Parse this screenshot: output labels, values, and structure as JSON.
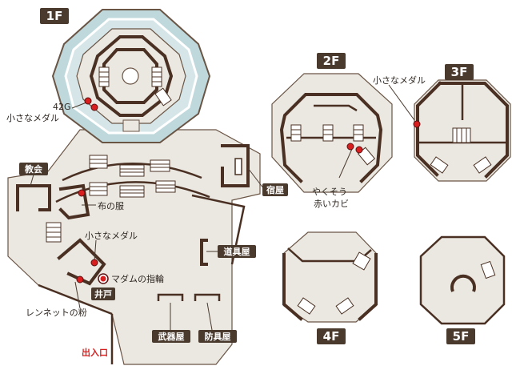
{
  "floors": {
    "f1": "1F",
    "f2": "2F",
    "f3": "3F",
    "f4": "4F",
    "f5": "5F"
  },
  "places": {
    "church": "教会",
    "inn": "宿屋",
    "item_shop": "道具屋",
    "well": "井戸",
    "weapon_shop": "武器屋",
    "armor_shop": "防具屋"
  },
  "labels": {
    "gold_42": "42G",
    "small_medal_1f_tower": "小さなメダル",
    "cloth": "布の服",
    "small_medal_1f_town": "小さなメダル",
    "madam_ring": "マダムの指輪",
    "lennet_powder": "レンネットの粉",
    "entrance": "出入口",
    "herb": "やくそう",
    "red_mold": "赤いカビ",
    "small_medal_3f": "小さなメダル"
  },
  "colors": {
    "wall": "#4a3022",
    "floor": "#ebe8e2",
    "water": "#bfd8dc",
    "tag": "#4a3a2e",
    "marker": "#d81e1e",
    "entrance_text": "#d81e1e"
  },
  "icons": {
    "item_marker": "red-dot-icon",
    "key_item_marker": "red-ring-dot-icon",
    "stairs": "stairs-icon"
  }
}
